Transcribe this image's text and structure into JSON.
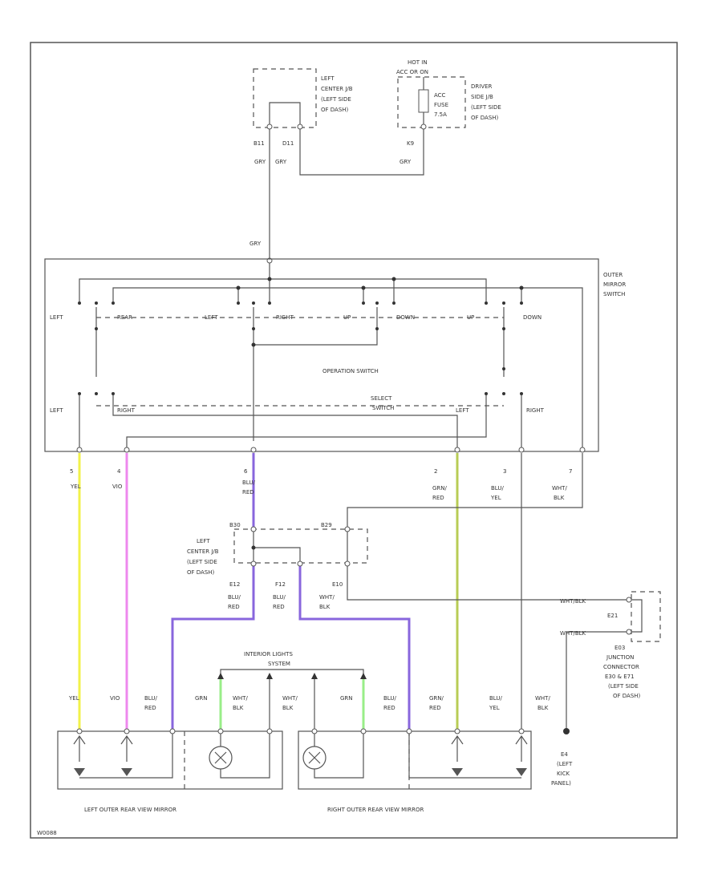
{
  "colors": {
    "yel": "#f2f24a",
    "vio": "#ee88ee",
    "blu_red": "#8866dd",
    "grn_red": "#b8cc55",
    "grn": "#99ee88",
    "wire": "#555555"
  },
  "hot_in": {
    "title": "HOT IN",
    "line1": "ACC OR ON",
    "fuse1": "ACC",
    "fuse2": "FUSE",
    "fuse3": "7.5A"
  },
  "left_jb": {
    "l1": "LEFT",
    "l2": "CENTER J/B",
    "l3": "(LEFT SIDE",
    "l4": "OF DASH)",
    "c1": "B11",
    "c2": "D11"
  },
  "driver_jb": {
    "l1": "DRIVER",
    "l2": "SIDE J/B",
    "l3": "(LEFT SIDE",
    "l4": "OF DASH)",
    "c1": "K9"
  },
  "top_wires": {
    "w1": "GRY",
    "w2": "GRY",
    "w3": "GRY",
    "w4": "GRY"
  },
  "outer_mirror_switch": {
    "l1": "OUTER",
    "l2": "MIRROR",
    "l3": "SWITCH"
  },
  "switch_labels": {
    "left_top": "LEFT",
    "rear": "REAR",
    "left_mid": "LEFT",
    "right_mid": "RIGHT",
    "up": "UP",
    "down_mid": "DOWN",
    "up2": "UP",
    "down_right": "DOWN",
    "operation": "OPERATION SWITCH",
    "left_bottom": "LEFT",
    "right_bottom": "RIGHT",
    "select1": "SELECT",
    "select2": "SWITCH",
    "left_bottom2": "LEFT",
    "right_bottom2": "RIGHT"
  },
  "pins": {
    "p5": "5",
    "p4": "4",
    "p6": "6",
    "p2": "2",
    "p3": "3",
    "p7": "7"
  },
  "wire_labels": {
    "yel": "YEL",
    "vio": "VIO",
    "blu1": "BLU/",
    "red1": "RED",
    "grn1": "GRN/",
    "red2": "RED",
    "blu2": "BLU/",
    "yel2": "YEL",
    "wht1": "WHT/",
    "blk1": "BLK"
  },
  "mid_jb": {
    "l1": "LEFT",
    "l2": "CENTER J/B",
    "l3": "(LEFT SIDE",
    "l4": "OF DASH)",
    "c1": "B30",
    "c2": "B29",
    "c3": "E12",
    "c4": "F12",
    "c5": "E10"
  },
  "mid_wires": {
    "a1": "BLU/",
    "a2": "RED",
    "b1": "BLU/",
    "b2": "RED",
    "c1": "WHT/",
    "c2": "BLK"
  },
  "junction": {
    "wire1": "WHT/BLK",
    "wire2": "WHT/BLK",
    "c1": "E21",
    "l1": "E03",
    "l2": "JUNCTION",
    "l3": "CONNECTOR",
    "l4": "E30 & E71",
    "l5": "(LEFT SIDE",
    "l6": "OF DASH)"
  },
  "interior": {
    "l1": "INTERIOR LIGHTS",
    "l2": "SYSTEM"
  },
  "mirror_wires": {
    "yel": "YEL",
    "vio": "VIO",
    "blu": "BLU/",
    "red": "RED",
    "grn": "GRN",
    "wht": "WHT/",
    "blk": "BLK",
    "wht2": "WHT/",
    "blk2": "BLK",
    "grn2": "GRN",
    "blu2": "BLU/",
    "red2": "RED",
    "grn3": "GRN/",
    "red3": "RED",
    "blu3": "BLU/",
    "yel3": "YEL",
    "wht3": "WHT/",
    "blk3": "BLK"
  },
  "ground": {
    "l1": "E4",
    "l2": "(LEFT",
    "l3": "KICK",
    "l4": "PANEL)"
  },
  "left_mirror_label": "LEFT OUTER REAR VIEW MIRROR",
  "right_mirror_label": "RIGHT OUTER REAR VIEW MIRROR",
  "footer_code": "W0088"
}
